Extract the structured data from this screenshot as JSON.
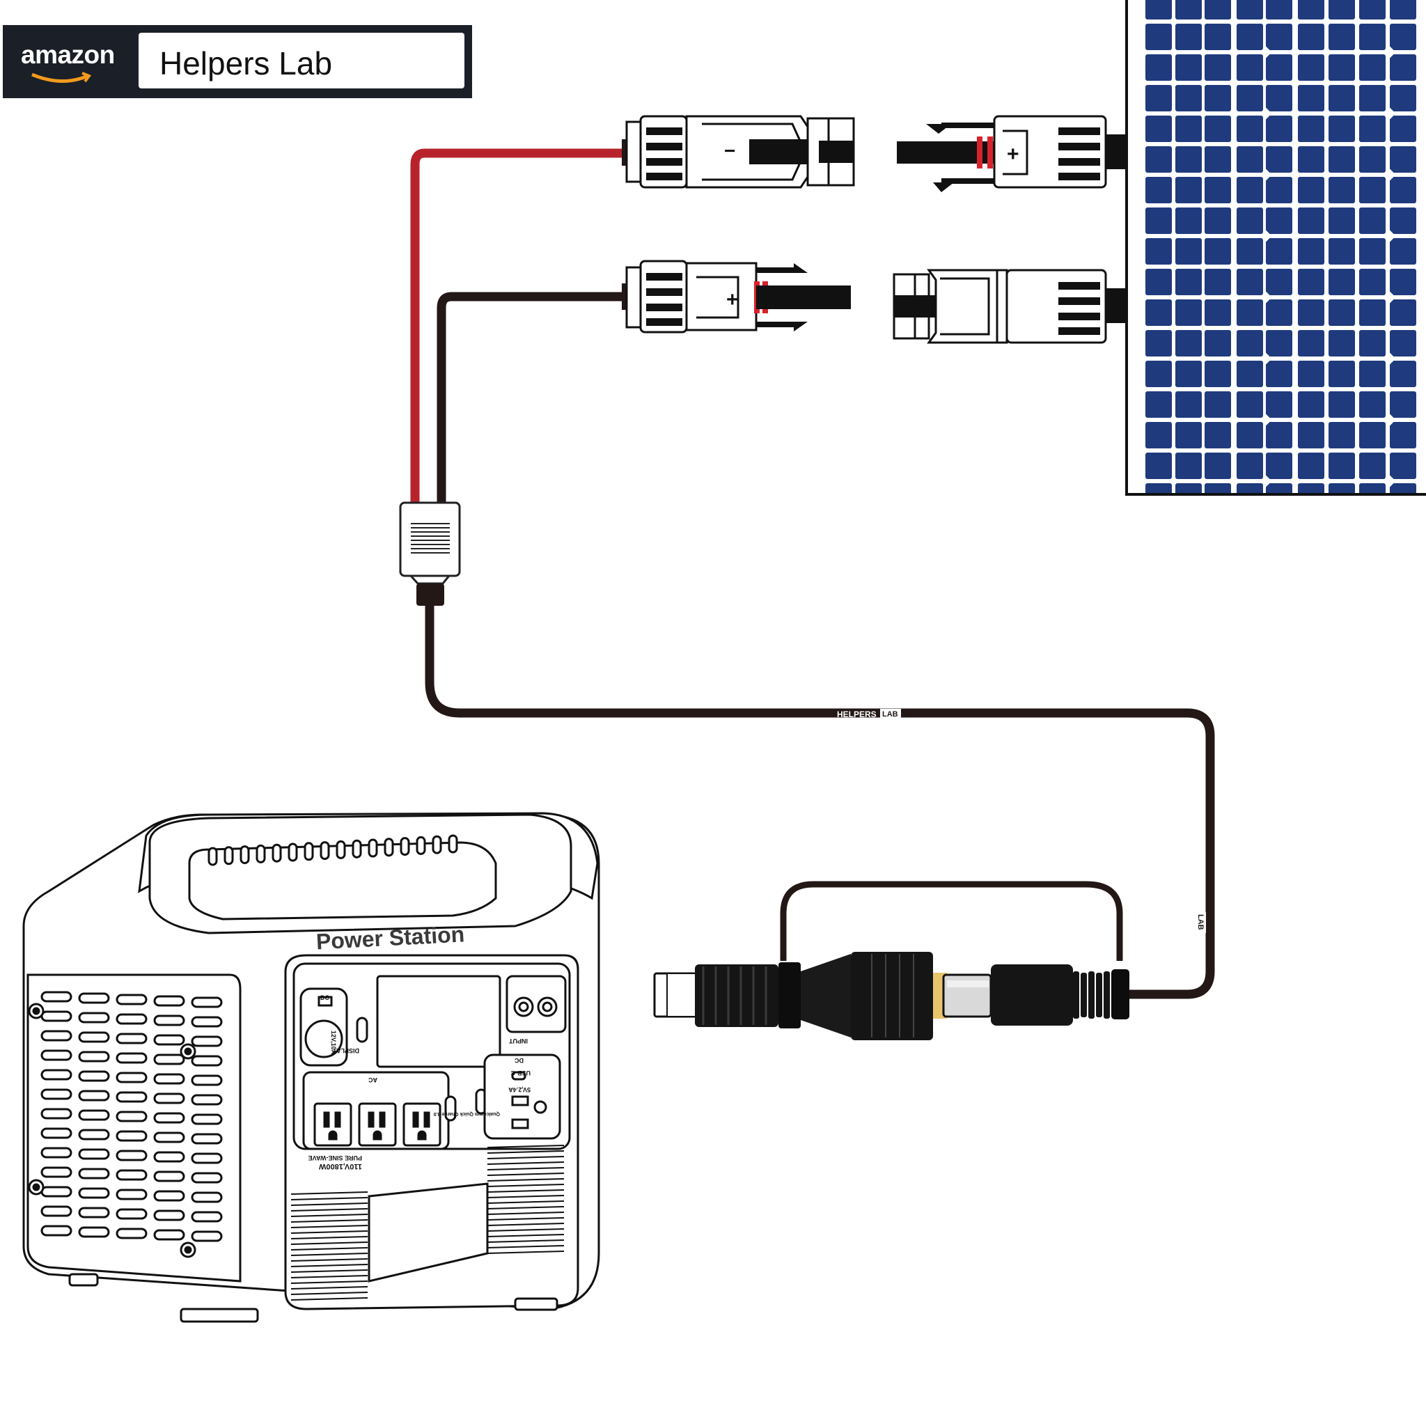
{
  "header": {
    "marketplace_logo": "amazon",
    "store_name": "Helpers Lab"
  },
  "device": {
    "name": "Power Station",
    "labels": {
      "dc_port": "DC",
      "dc_rating": "12V,10A",
      "display": "DISPLAY",
      "input": "INPUT",
      "ac": "AC",
      "ac_rating_1": "PURE SINE-WAVE",
      "ac_rating_2": "110V,1800W",
      "dc_section": "DC",
      "usb_c": "USB-C",
      "usb_rating": "5V,2.4A",
      "quick_charge": "Qualcomm Quick Charge 3.0"
    }
  },
  "connectors": {
    "positive_symbol": "+",
    "negative_symbol": "−"
  },
  "cable": {
    "brand_text": "HELPERS",
    "brand_badge": "LAB"
  },
  "colors": {
    "red_wire": "#b8232b",
    "black_wire": "#231816",
    "panel_cell": "#1f3a7d",
    "panel_frame": "#111111",
    "header_bg": "#1b1f27",
    "smile": "#f29a1e",
    "tip_gold": "#e9c46a"
  }
}
